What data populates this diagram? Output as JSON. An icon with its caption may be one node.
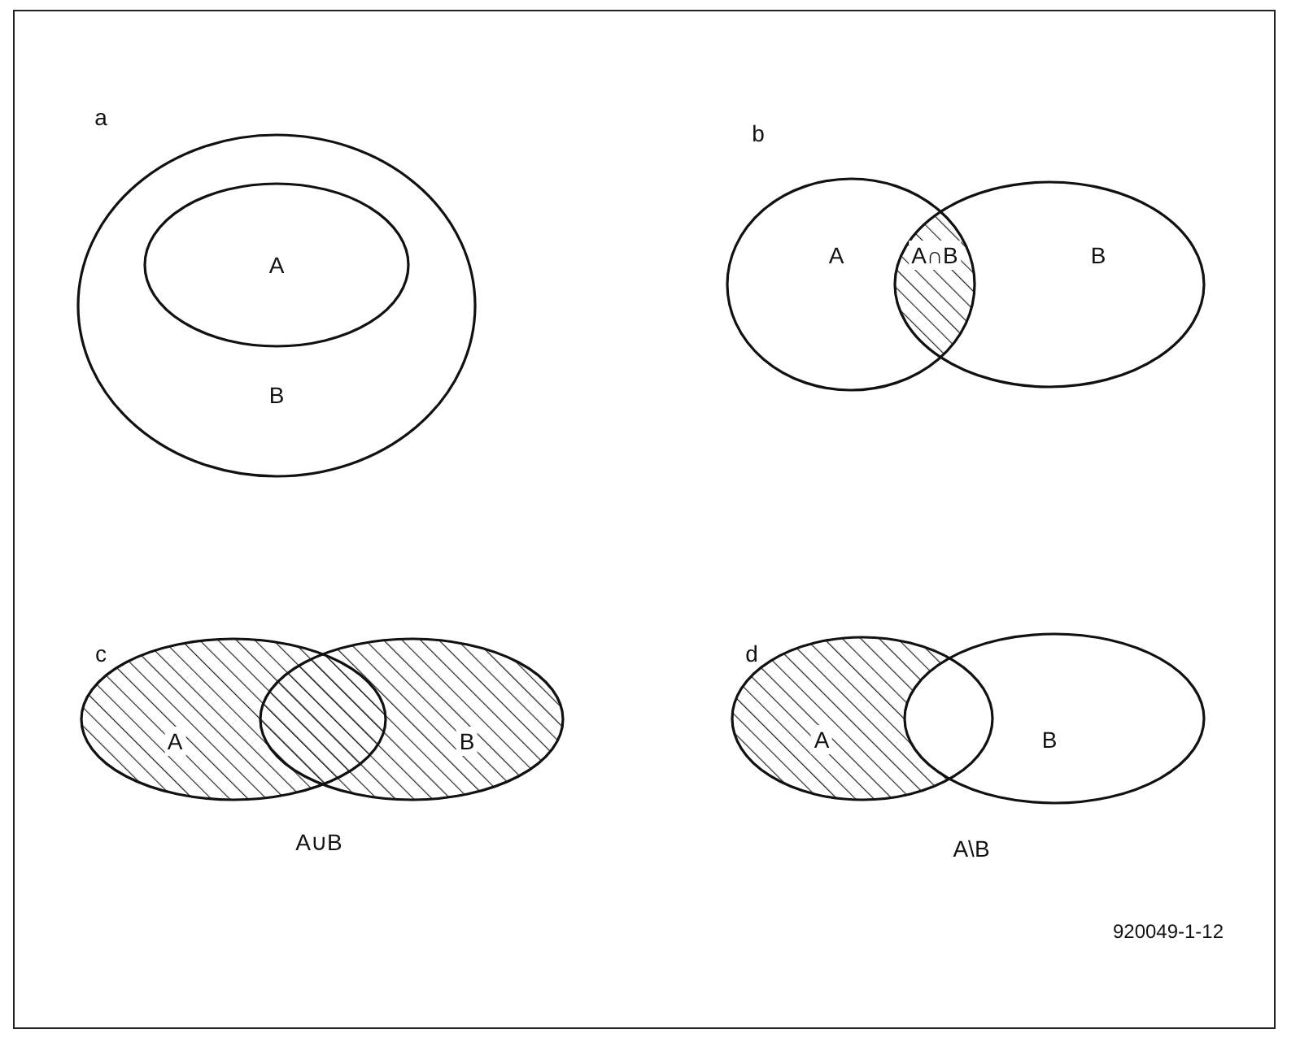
{
  "diagram": {
    "nodes": [
      {
        "text": [
          "B"
        ]
      },
      {
        "text": [
          "A"
        ],
        "in": 0
      },
      {
        "text": [
          "A"
        ]
      },
      {
        "text": [
          "B"
        ]
      },
      {
        "text": [
          "A∩B"
        ]
      },
      {
        "text": [
          "A"
        ]
      },
      {
        "text": [
          "B"
        ]
      },
      {
        "text": [
          "A"
        ]
      },
      {
        "text": [
          "B"
        ]
      }
    ],
    "labels": [
      "a",
      "b",
      "c",
      "d",
      "A∪B",
      "A\\B",
      "920049-1-12"
    ]
  }
}
